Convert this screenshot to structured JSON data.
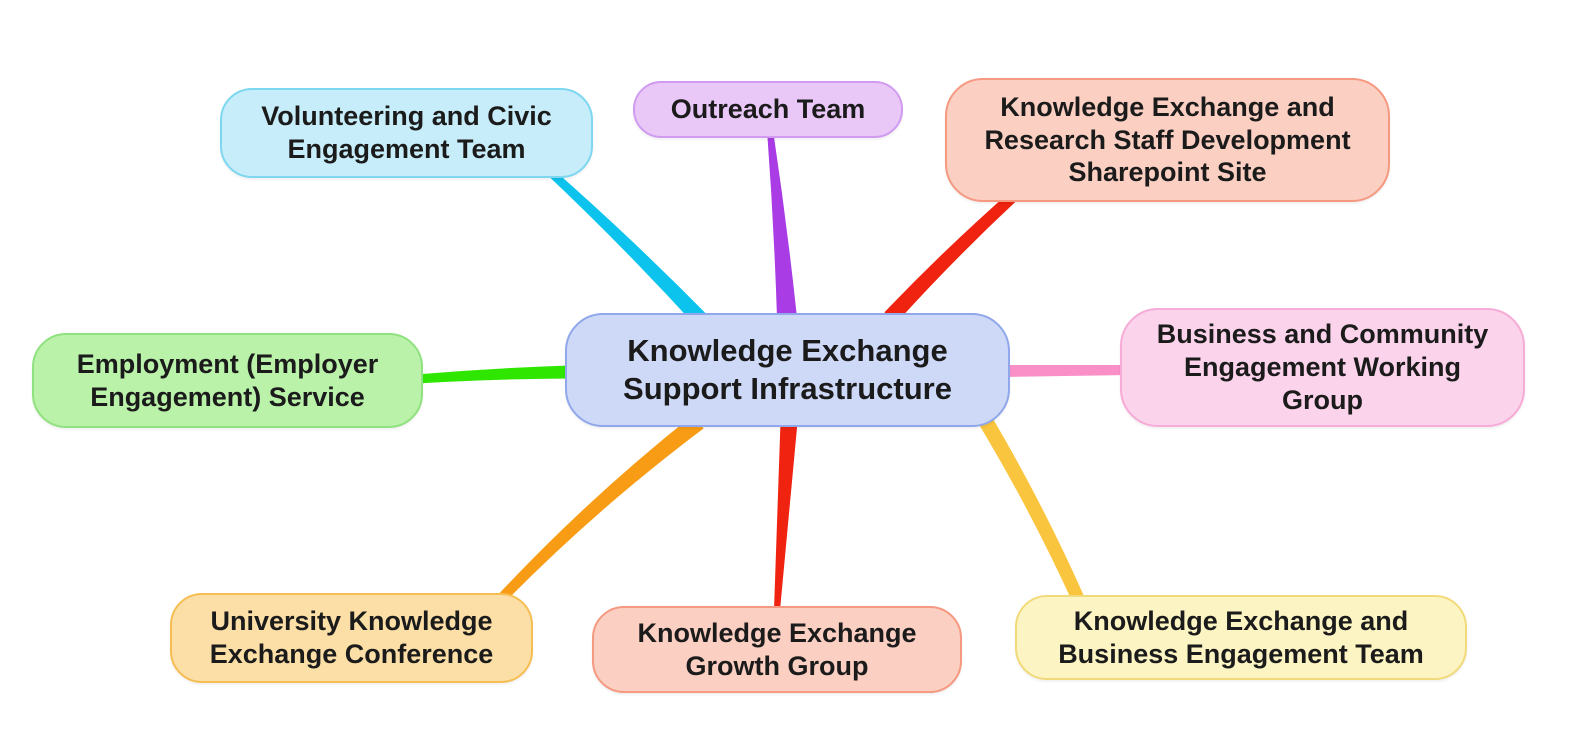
{
  "diagram": {
    "type": "mindmap",
    "center": {
      "label": "Knowledge Exchange Support Infrastructure",
      "fill": "#ced9f8",
      "border": "#90a7eb"
    },
    "branches": [
      {
        "id": "volunteering",
        "label": "Volunteering and Civic Engagement Team",
        "fill": "#c6edf9",
        "border": "#7ed7f0",
        "line_color": "#0cc3ee"
      },
      {
        "id": "outreach",
        "label": "Outreach Team",
        "fill": "#e9c8f8",
        "border": "#d09bf0",
        "line_color": "#a93ce4"
      },
      {
        "id": "sharepoint",
        "label": "Knowledge Exchange and Research Staff Development Sharepoint Site",
        "fill": "#fbcfc2",
        "border": "#f59981",
        "line_color": "#ef2310"
      },
      {
        "id": "business",
        "label": "Business and Community Engagement Working Group",
        "fill": "#fbd3eb",
        "border": "#f7abd7",
        "line_color": "#f98fc6"
      },
      {
        "id": "ke-business",
        "label": "Knowledge Exchange and Business Engagement Team",
        "fill": "#fdf4c3",
        "border": "#f1da7a",
        "line_color": "#f9c53e"
      },
      {
        "id": "growth",
        "label": "Knowledge Exchange Growth Group",
        "fill": "#fbcfc2",
        "border": "#f59981",
        "line_color": "#ef2310"
      },
      {
        "id": "conference",
        "label": "University Knowledge Exchange Conference",
        "fill": "#fcdfa6",
        "border": "#f6bd53",
        "line_color": "#f89c15"
      },
      {
        "id": "employment",
        "label": "Employment (Employer Engagement) Service",
        "fill": "#baf2aa",
        "border": "#90e17f",
        "line_color": "#2fe600"
      }
    ]
  }
}
